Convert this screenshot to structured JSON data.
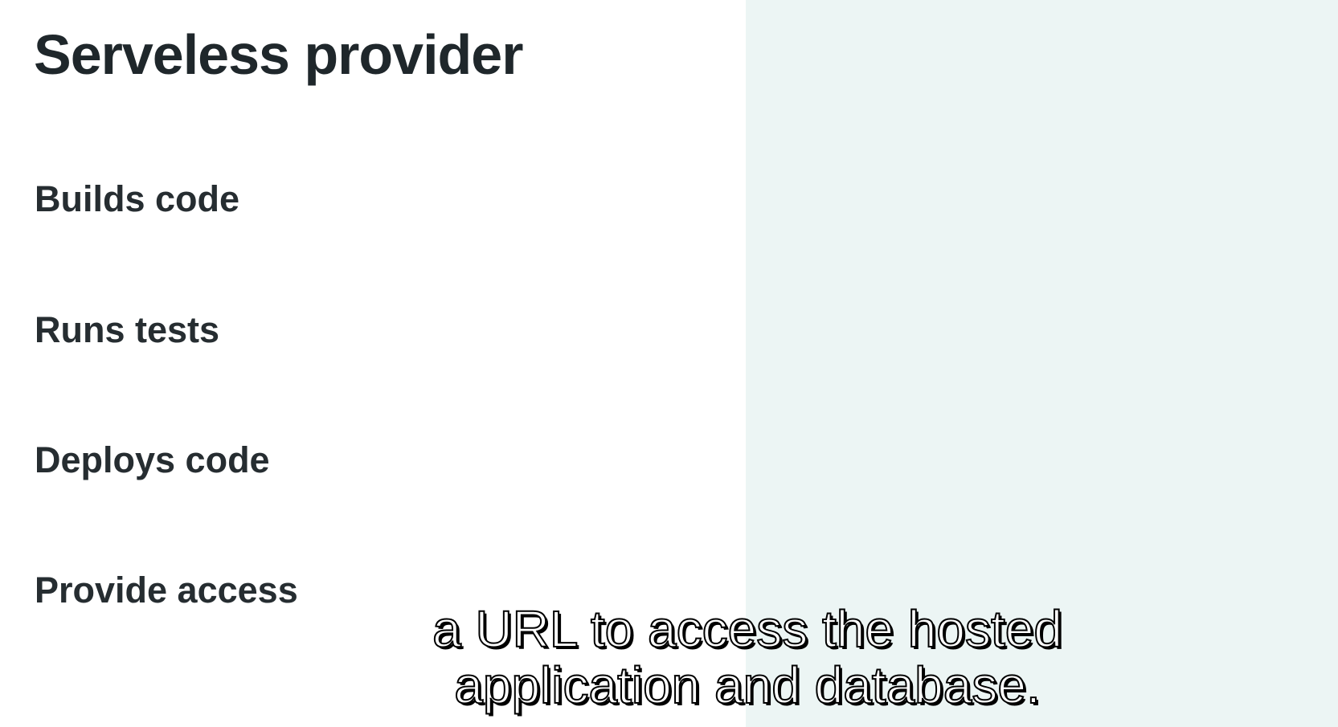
{
  "slide": {
    "title": "Serveless provider",
    "items": [
      {
        "label": "Builds code"
      },
      {
        "label": "Runs tests"
      },
      {
        "label": "Deploys code"
      },
      {
        "label": "Provide access"
      }
    ]
  },
  "subtitle": {
    "line1": "a URL to access the hosted",
    "line2": "application and database."
  },
  "colors": {
    "left_background": "#ffffff",
    "right_background": "#ecf5f4",
    "text": "#1f272b"
  }
}
